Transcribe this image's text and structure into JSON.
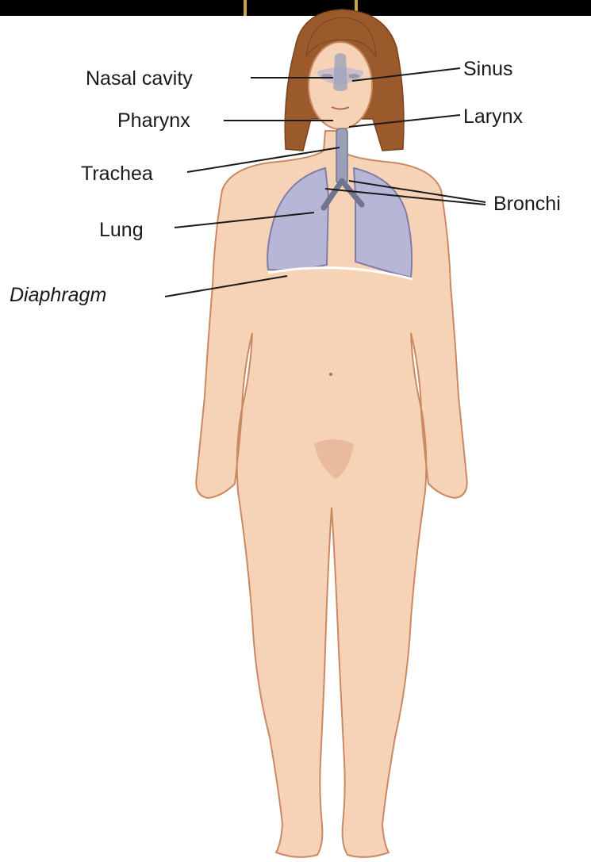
{
  "colors": {
    "top_bar": "#000000",
    "bar_accent": "#c8a44a",
    "skin": "#f6d2b6",
    "skin_outline": "#c98a63",
    "hair": "#9a5a2c",
    "lung": "#b7b6d6",
    "airway": "#9aa0b8",
    "label_text": "#1a1a1a"
  },
  "labels": {
    "nasal_cavity": "Nasal cavity",
    "sinus": "Sinus",
    "pharynx": "Pharynx",
    "larynx": "Larynx",
    "trachea": "Trachea",
    "bronchi": "Bronchi",
    "lung": "Lung",
    "diaphragm": "Diaphragm"
  }
}
